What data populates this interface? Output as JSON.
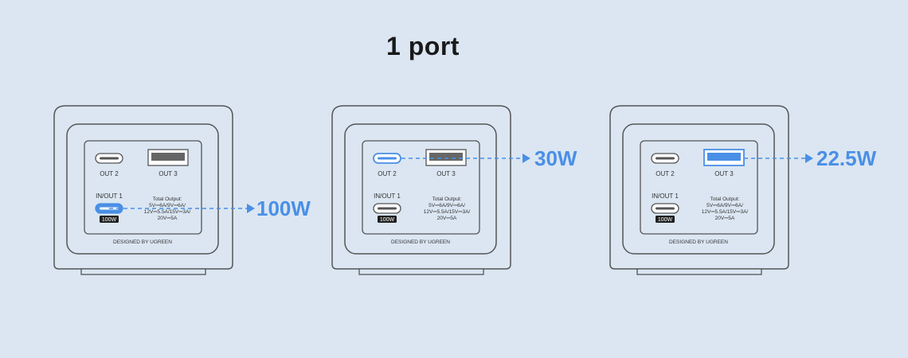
{
  "title": "1 port",
  "brand_line": "DESIGNED BY UGREEN",
  "port_labels": {
    "out2": "OUT 2",
    "out3": "OUT 3",
    "inout1": "IN/OUT 1",
    "badge": "100W"
  },
  "total_output": {
    "line1": "Total Output:",
    "line2": "5V⎓6A/9V⎓6A/",
    "line3": "12V⎓5.5A/15V⎓3A/",
    "line4": "20V⎓5A"
  },
  "panels": [
    {
      "active_port": "IN/OUT 1",
      "watt": "100W"
    },
    {
      "active_port": "OUT 2",
      "watt": "30W"
    },
    {
      "active_port": "OUT 3",
      "watt": "22.5W"
    }
  ],
  "colors": {
    "background": "#dbe6f2",
    "highlight": "#4a8fe6",
    "outline": "#555555"
  }
}
